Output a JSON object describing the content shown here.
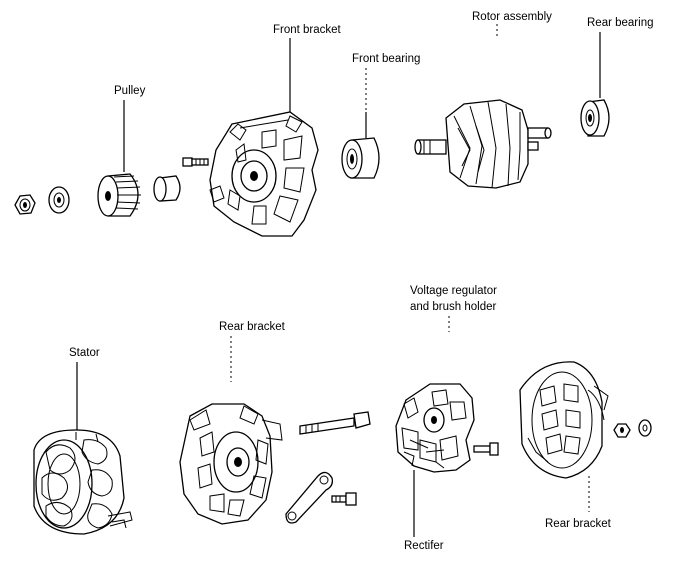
{
  "labels": {
    "front_bracket": "Front bracket",
    "rotor_assembly": "Rotor assembly",
    "rear_bearing": "Rear bearing",
    "front_bearing": "Front bearing",
    "pulley": "Pulley",
    "voltage_regulator_line1": "Voltage regulator",
    "voltage_regulator_line2": "and brush holder",
    "stator": "Stator",
    "rear_bracket_left": "Rear bracket",
    "rear_bracket_right": "Rear bracket",
    "rectifier": "Rectifer"
  }
}
